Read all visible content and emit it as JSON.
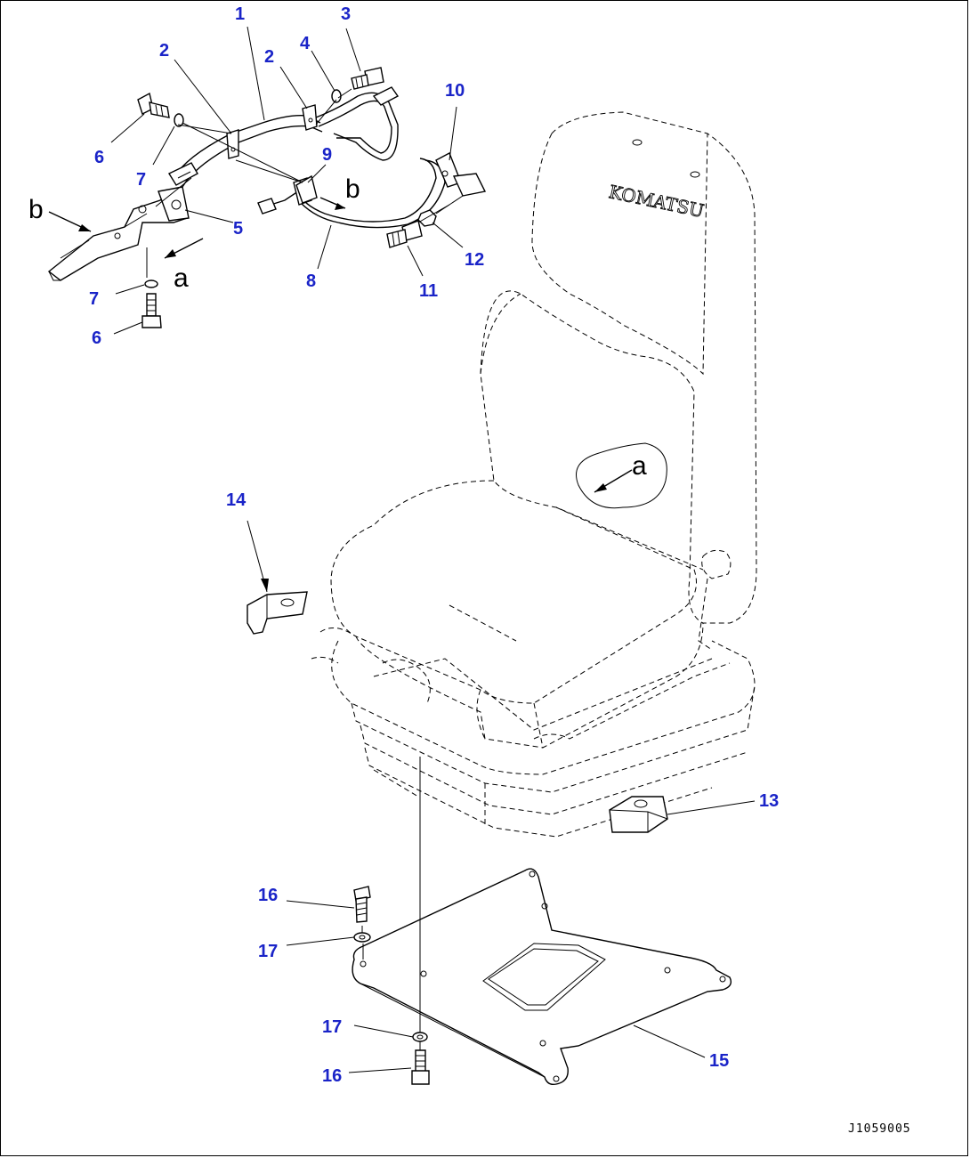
{
  "diagram": {
    "callouts": [
      {
        "id": "c1",
        "text": "1"
      },
      {
        "id": "c2a",
        "text": "2"
      },
      {
        "id": "c2b",
        "text": "2"
      },
      {
        "id": "c3",
        "text": "3"
      },
      {
        "id": "c4",
        "text": "4"
      },
      {
        "id": "c5",
        "text": "5"
      },
      {
        "id": "c6a",
        "text": "6"
      },
      {
        "id": "c6b",
        "text": "6"
      },
      {
        "id": "c7a",
        "text": "7"
      },
      {
        "id": "c7b",
        "text": "7"
      },
      {
        "id": "c8",
        "text": "8"
      },
      {
        "id": "c9",
        "text": "9"
      },
      {
        "id": "c10",
        "text": "10"
      },
      {
        "id": "c11",
        "text": "11"
      },
      {
        "id": "c12",
        "text": "12"
      },
      {
        "id": "c13",
        "text": "13"
      },
      {
        "id": "c14",
        "text": "14"
      },
      {
        "id": "c15",
        "text": "15"
      },
      {
        "id": "c16a",
        "text": "16"
      },
      {
        "id": "c16b",
        "text": "16"
      },
      {
        "id": "c17a",
        "text": "17"
      },
      {
        "id": "c17b",
        "text": "17"
      }
    ],
    "view_labels": {
      "b_left": "b",
      "b_harness": "b",
      "a_bracket": "a",
      "a_seat": "a"
    },
    "seat_brand": "KOMATSU",
    "drawing_code": "J1059005",
    "colors": {
      "callout": "#1a24c8",
      "line": "#000000",
      "background": "#ffffff"
    }
  }
}
